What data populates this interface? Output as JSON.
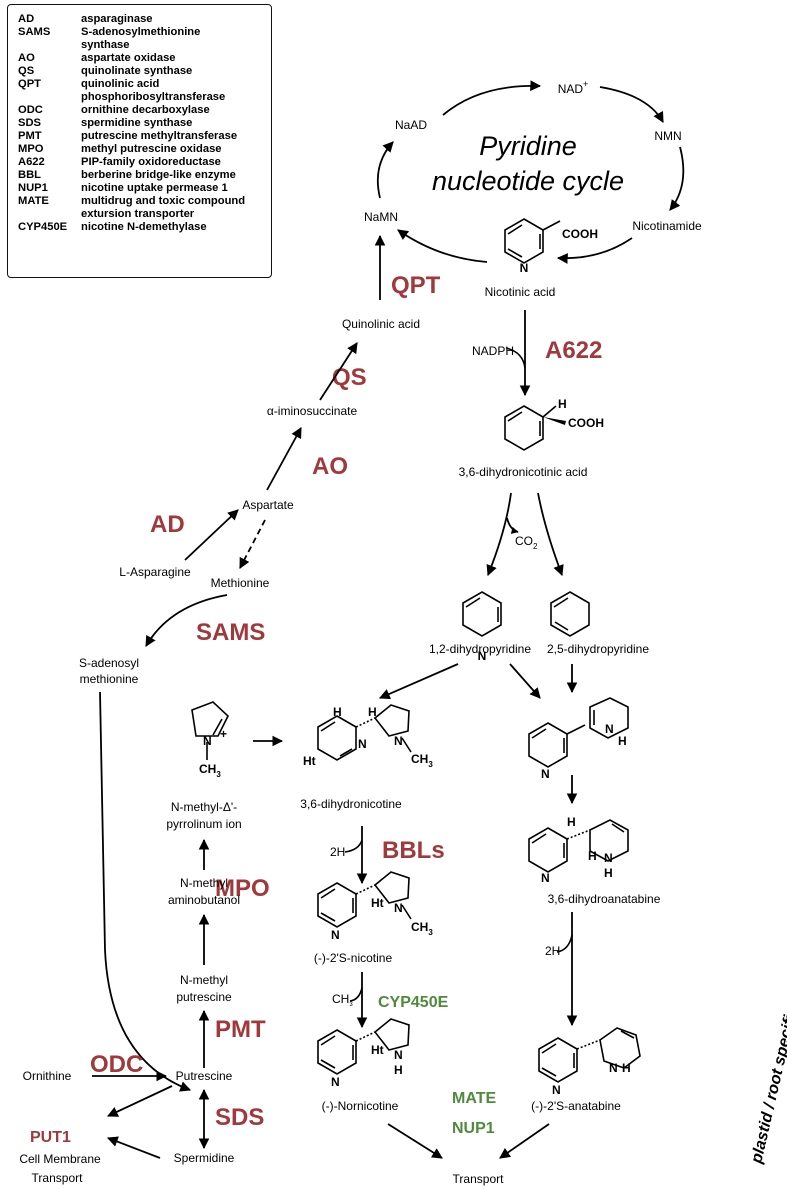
{
  "legend": [
    {
      "abbr": "AD",
      "name": "asparaginase"
    },
    {
      "abbr": "SAMS",
      "name": "S-adenosylmethionine\nsynthase"
    },
    {
      "abbr": "AO",
      "name": "aspartate oxidase"
    },
    {
      "abbr": "QS",
      "name": "quinolinate synthase"
    },
    {
      "abbr": "QPT",
      "name": "quinolinic acid\nphosphoribosyltransferase"
    },
    {
      "abbr": "ODC",
      "name": "ornithine decarboxylase"
    },
    {
      "abbr": "SDS",
      "name": "spermidine synthase"
    },
    {
      "abbr": "PMT",
      "name": "putrescine methyltransferase"
    },
    {
      "abbr": "MPO",
      "name": "methyl putrescine oxidase"
    },
    {
      "abbr": "A622",
      "name": "PIP-family oxidoreductase"
    },
    {
      "abbr": "BBL",
      "name": "berberine bridge-like enzyme"
    },
    {
      "abbr": "NUP1",
      "name": "nicotine uptake permease 1"
    },
    {
      "abbr": "MATE",
      "name": "multidrug and toxic compound\nextursion transporter"
    },
    {
      "abbr": "CYP450E",
      "name": "nicotine N-demethylase"
    }
  ],
  "cycle": {
    "title_line1": "Pyridine",
    "title_line2": "nucleotide cycle",
    "nad": "NAD",
    "nad_charge": "+",
    "nmn": "NMN",
    "naad": "NaAD",
    "namn": "NaMN",
    "nicotinamide": "Nicotinamide"
  },
  "compounds": {
    "nicotinic_acid": "Nicotinic acid",
    "quinolinic_acid": "Quinolinic acid",
    "iminosuccinate": "α-iminosuccinate",
    "aspartate": "Aspartate",
    "l_asparagine": "L-Asparagine",
    "methionine": "Methionine",
    "s_adenosyl_1": "S-adenosyl",
    "s_adenosyl_2": "methionine",
    "dihydronicotinic_acid": "3,6-dihydronicotinic acid",
    "dhp12": "1,2-dihydropyridine",
    "dhp25": "2,5-dihydropyridine",
    "pyrrolinium_1": "N-methyl-Δ'-",
    "pyrrolinium_2": "pyrrolinum ion",
    "aminobutanol_1": "N-methyl",
    "aminobutanol_2": "aminobutanol",
    "methylputrescine_1": "N-methyl",
    "methylputrescine_2": "putrescine",
    "ornithine": "Ornithine",
    "putrescine": "Putrescine",
    "spermidine": "Spermidine",
    "dihydronicotine": "3,6-dihydronicotine",
    "nicotine": "(-)-2'S-nicotine",
    "nornicotine": "(-)-Nornicotine",
    "dihydroanatabine": "3,6-dihydroanatabine",
    "anatabine": "(-)-2'S-anatabine"
  },
  "cofactors": {
    "nadph": "NADPH",
    "co2": "CO",
    "co2_sub": "2",
    "two_h_a": "2H",
    "two_h_b": "2H",
    "ch3_loss": "CH",
    "ch3_sub": "3"
  },
  "atoms": {
    "cooh": "COOH",
    "n": "N",
    "h": "H",
    "ht": "Ht",
    "ch3": "CH",
    "ch3_sub": "3",
    "plus": "+"
  },
  "enzymes": {
    "qpt": "QPT",
    "a622": "A622",
    "qs": "QS",
    "ao": "AO",
    "ad": "AD",
    "sams": "SAMS",
    "bbls": "BBLs",
    "mpo": "MPO",
    "pmt": "PMT",
    "odc": "ODC",
    "sds": "SDS",
    "put1": "PUT1",
    "cyp450e": "CYP450E",
    "mate": "MATE",
    "nup1": "NUP1"
  },
  "transport": {
    "cell_membrane_1": "Cell Membrane",
    "cell_membrane_2": "Transport",
    "transport": "Transport"
  },
  "side_label": "plastid / root specific",
  "colors": {
    "enzyme_red": "#A0393C",
    "enzyme_green": "#4E8B3A",
    "ink": "#000000"
  }
}
